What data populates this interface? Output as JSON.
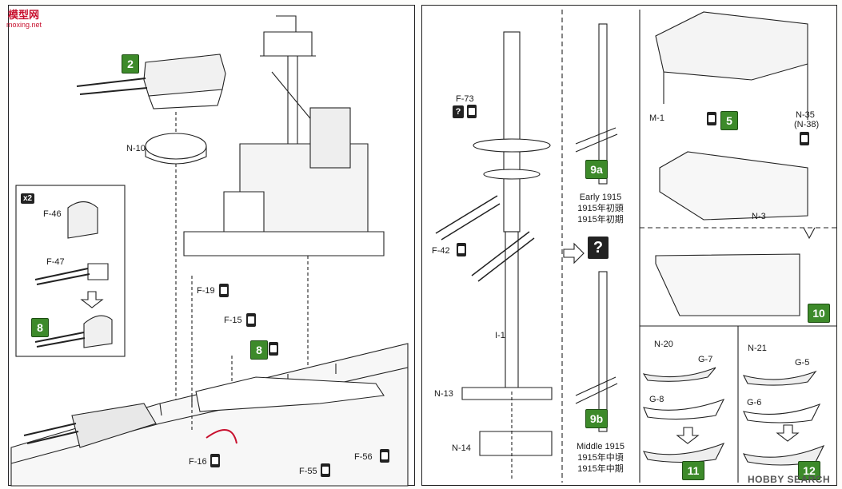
{
  "watermark_top": {
    "logo": "模型网",
    "url": "moxing.net"
  },
  "watermark_bottom": "HOBBY SEARCH",
  "steps": {
    "s2": "2",
    "s8a": "8",
    "s8b": "8",
    "s5": "5",
    "s9a": "9a",
    "s9b": "9b",
    "s10": "10",
    "s11": "11",
    "s12": "12"
  },
  "multiplier": "x2",
  "question_mark": "?",
  "labels": {
    "n10": "N-10",
    "f46": "F-46",
    "f47": "F-47",
    "f19": "F-19",
    "f15": "F-15",
    "f16": "F-16",
    "f55": "F-55",
    "f56": "F-56",
    "f73": "F-73",
    "f42": "F-42",
    "i1": "I-1",
    "n13": "N-13",
    "n14": "N-14",
    "m1": "M-1",
    "n35": "N-35",
    "n38": "(N-38)",
    "n3": "N-3",
    "n20": "N-20",
    "g7": "G-7",
    "g8": "G-8",
    "n21": "N-21",
    "g5": "G-5",
    "g6": "G-6"
  },
  "captions": {
    "early": [
      "Early 1915",
      "1915年初頭",
      "1915年初期"
    ],
    "middle": [
      "Middle 1915",
      "1915年中頃",
      "1915年中期"
    ]
  }
}
